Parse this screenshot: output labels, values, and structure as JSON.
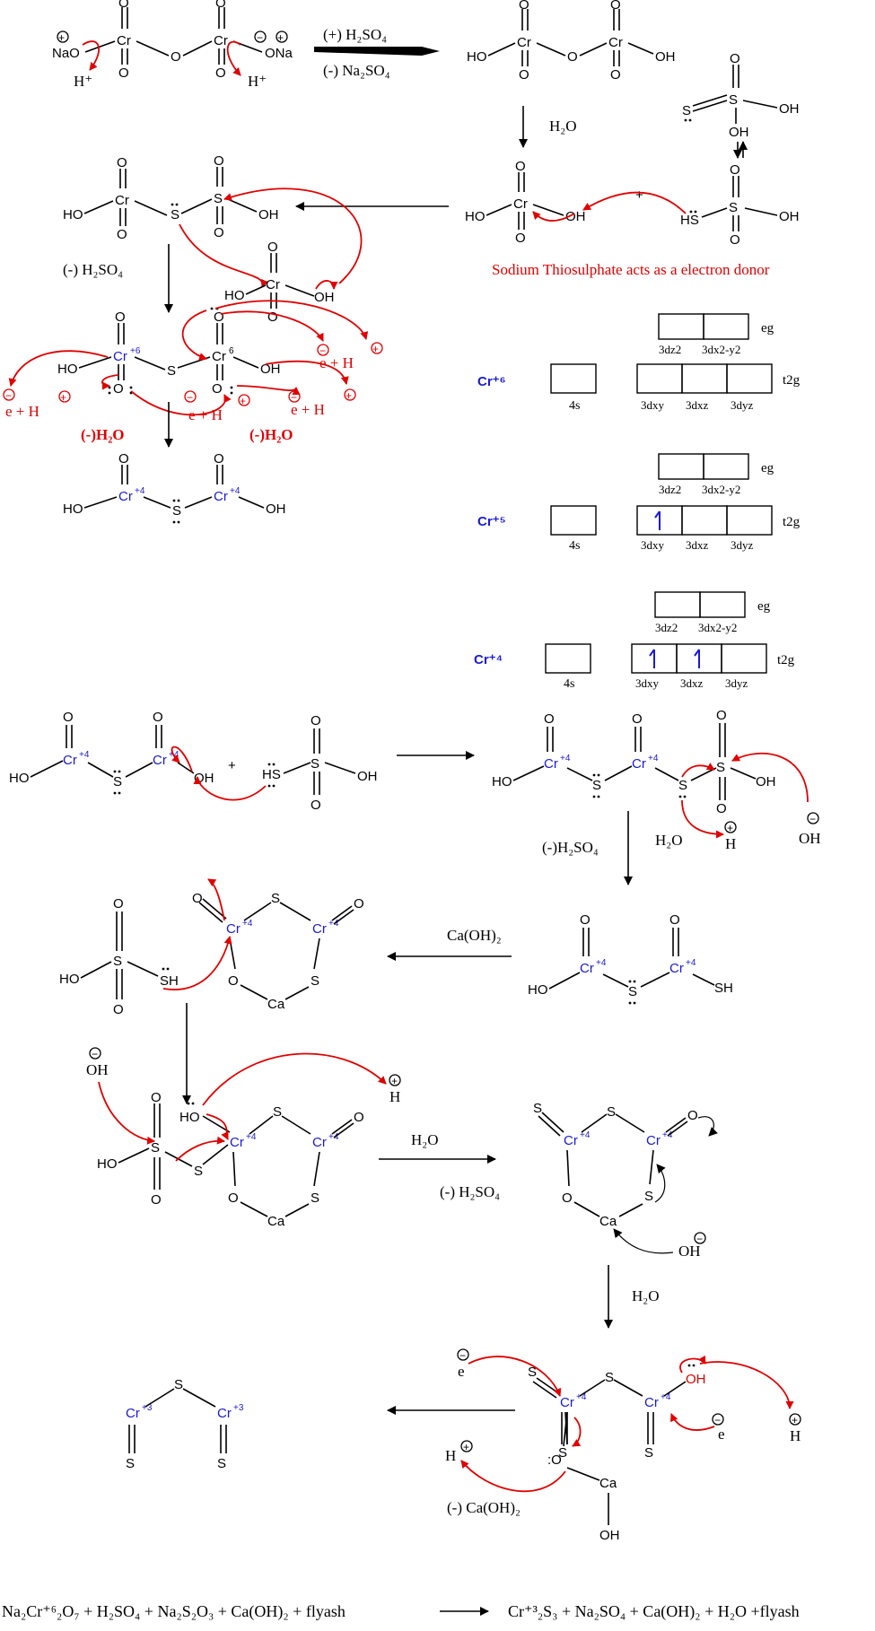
{
  "step1": {
    "reagent_add": "(+) H₂SO₄",
    "reagent_remove": "(-) Na₂SO₄",
    "water": "H₂O"
  },
  "step2": {
    "remove_h2so4": "(-) H₂SO₄",
    "note": "Sodium Thiosulphate acts as a electron donor",
    "minus_water": "(-)H₂O"
  },
  "step3": {
    "remove_h2so4": "(-)H₂SO₄",
    "water": "H₂O"
  },
  "step4": {
    "reagent": "Ca(OH)₂"
  },
  "step5": {
    "water": "H₂O",
    "remove_h2so4": "(-) H₂SO₄"
  },
  "step6": {
    "water": "H₂O",
    "remove_caoh2": "(-) Ca(OH)₂"
  },
  "orbitals": {
    "levels": [
      {
        "ion": "Cr⁺⁶",
        "electrons_t2g": 0
      },
      {
        "ion": "Cr⁺⁵",
        "electrons_t2g": 1
      },
      {
        "ion": "Cr⁺⁴",
        "electrons_t2g": 2
      }
    ],
    "eg_label": "eg",
    "t2g_label": "t2g",
    "s_label": "4s",
    "eg_orbitals": [
      "3dz2",
      "3dx2-y2"
    ],
    "t2g_orbitals": [
      "3dxy",
      "3dxz",
      "3dyz"
    ]
  },
  "overall_equation": {
    "lhs": "Na₂Cr⁺⁶₂O₇ + H₂SO₄ + Na₂S₂O₃ + Ca(OH)₂ + flyash",
    "rhs": "Cr⁺³₂S₃ + Na₂SO₄ + Ca(OH)₂ + H₂O +flyash"
  },
  "colors": {
    "chromium": "#1a1ad6",
    "electron_flow": "#e00000"
  }
}
